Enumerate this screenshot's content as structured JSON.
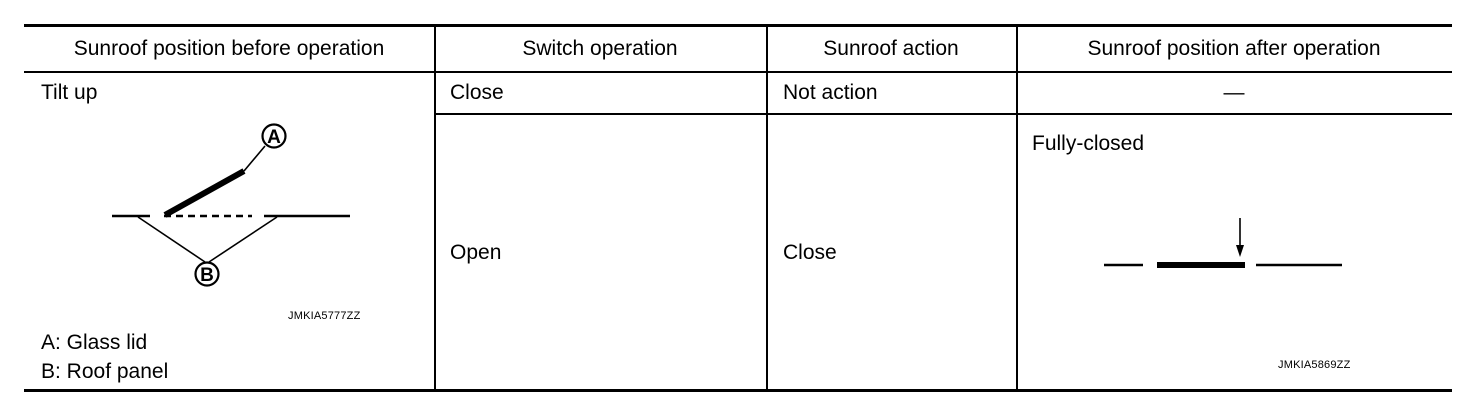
{
  "table": {
    "headers": [
      "Sunroof position before operation",
      "Switch operation",
      "Sunroof action",
      "Sunroof position after operation"
    ],
    "rows": [
      {
        "before": "Tilt up",
        "switch": "Close",
        "action": "Not action",
        "after": "—"
      },
      {
        "switch": "Open",
        "action": "Close",
        "after": "Fully-closed"
      }
    ],
    "figure_before": {
      "label_a": "A",
      "label_b": "B",
      "code": "JMKIA5777ZZ",
      "legend": [
        "A: Glass lid",
        "B: Roof panel"
      ]
    },
    "figure_after": {
      "code": "JMKIA5869ZZ"
    }
  }
}
